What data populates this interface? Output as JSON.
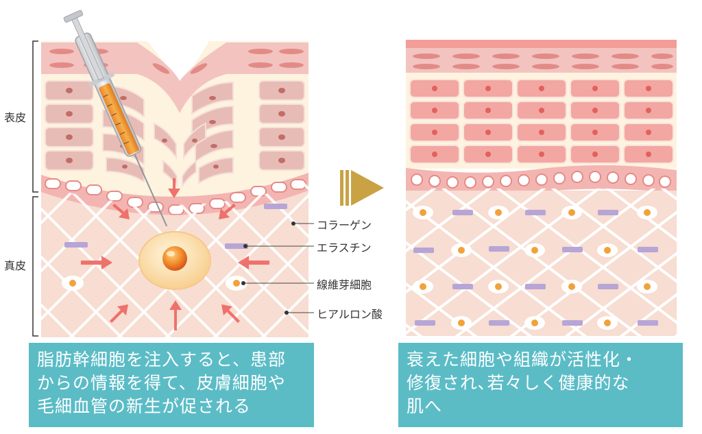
{
  "layers": {
    "epidermis": "表皮",
    "dermis": "真皮"
  },
  "legend": {
    "collagen": "コラーゲン",
    "elastin": "エラスチン",
    "fibroblast": "線維芽細胞",
    "hyaluronic": "ヒアルロン酸"
  },
  "captions": {
    "before": {
      "line1": "脂肪幹細胞を注入すると、患部",
      "line2": "からの情報を得て、皮膚細胞や",
      "line3": "毛細血管の新生が促される"
    },
    "after": {
      "line1": "衰えた細胞や組織が活性化・",
      "line2": "修復され､若々しく健康的な",
      "line3": "肌へ"
    }
  },
  "icons": {
    "syringe": "syringe-icon",
    "arrow": "play-arrow-icon",
    "stem_cell": "stem-cell-icon"
  },
  "colors": {
    "caption_bg": "#5bbcc6",
    "stratum": "#f3c3c0",
    "epidermis_bg": "#fdf3df",
    "dermis_bg": "#f7ddd2",
    "elastin": "#b7a5d6",
    "nucleus": "#f2a23a",
    "arrow_gold": "#c9a244",
    "inject_arrow": "#ee6660"
  }
}
